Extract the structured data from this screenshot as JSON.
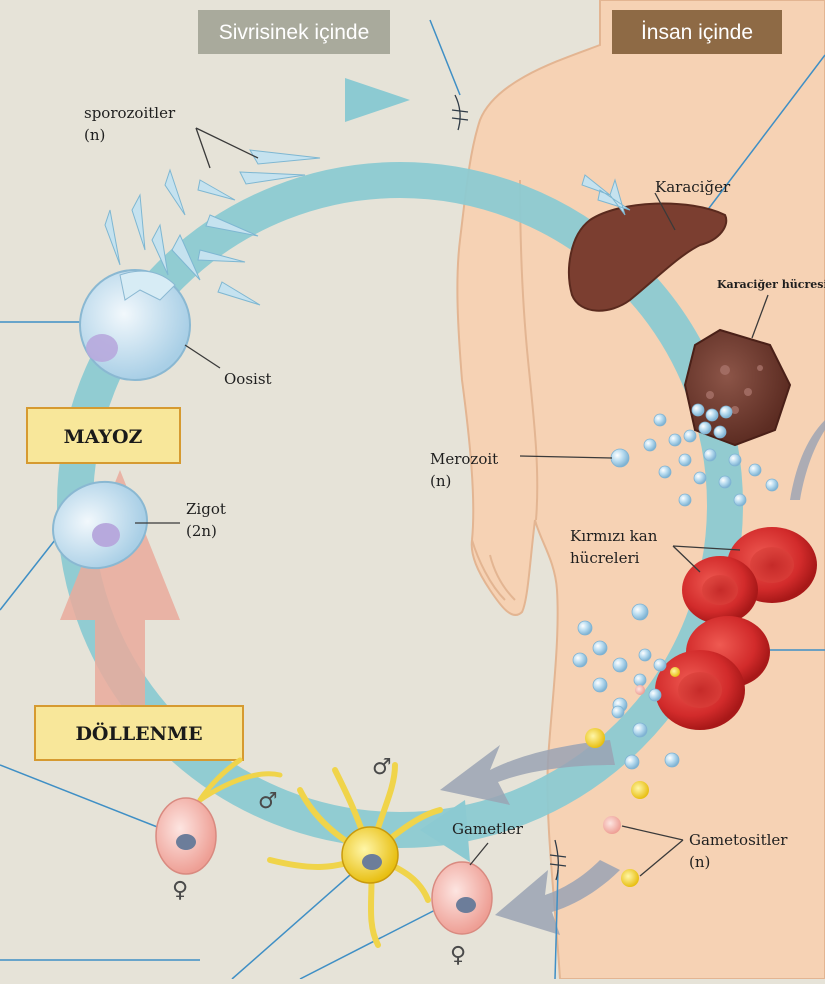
{
  "headers": {
    "mosquito": "Sivrisinek içinde",
    "human": "İnsan içinde"
  },
  "stages": {
    "meiosis": "MAYOZ",
    "fertilization": "DÖLLENME"
  },
  "labels": {
    "sporozoites_line1": "sporozoitler",
    "sporozoites_line2": "(n)",
    "oocyst": "Oosist",
    "zygote_line1": "Zigot",
    "zygote_line2": "(2n)",
    "liver": "Karaciğer",
    "liver_cell": "Karaciğer hücresi",
    "merozoite_line1": "Merozoit",
    "merozoite_line2": "(n)",
    "rbc_line1": "Kırmızı kan",
    "rbc_line2": "hücreleri",
    "gametes": "Gametler",
    "gametocytes_line1": "Gametositler",
    "gametocytes_line2": "(n)"
  },
  "symbols": {
    "male": "♂",
    "female": "♀"
  },
  "colors": {
    "background": "#e6e3d8",
    "human_skin": "#f6d2b4",
    "cycle_arrow": "#8ccad2",
    "meiosis_arrow": "#e9aa9c",
    "mosquito_header": "#a9aa9c",
    "human_header": "#8e6a45",
    "stage_box": "#f8e79a",
    "liver": "#7b3e30",
    "red_blood_cell": "#d22b2b",
    "merozoite": "#a9d1ea",
    "gamete_yellow": "#f4d52c",
    "gamete_pink": "#f2b4ad"
  }
}
